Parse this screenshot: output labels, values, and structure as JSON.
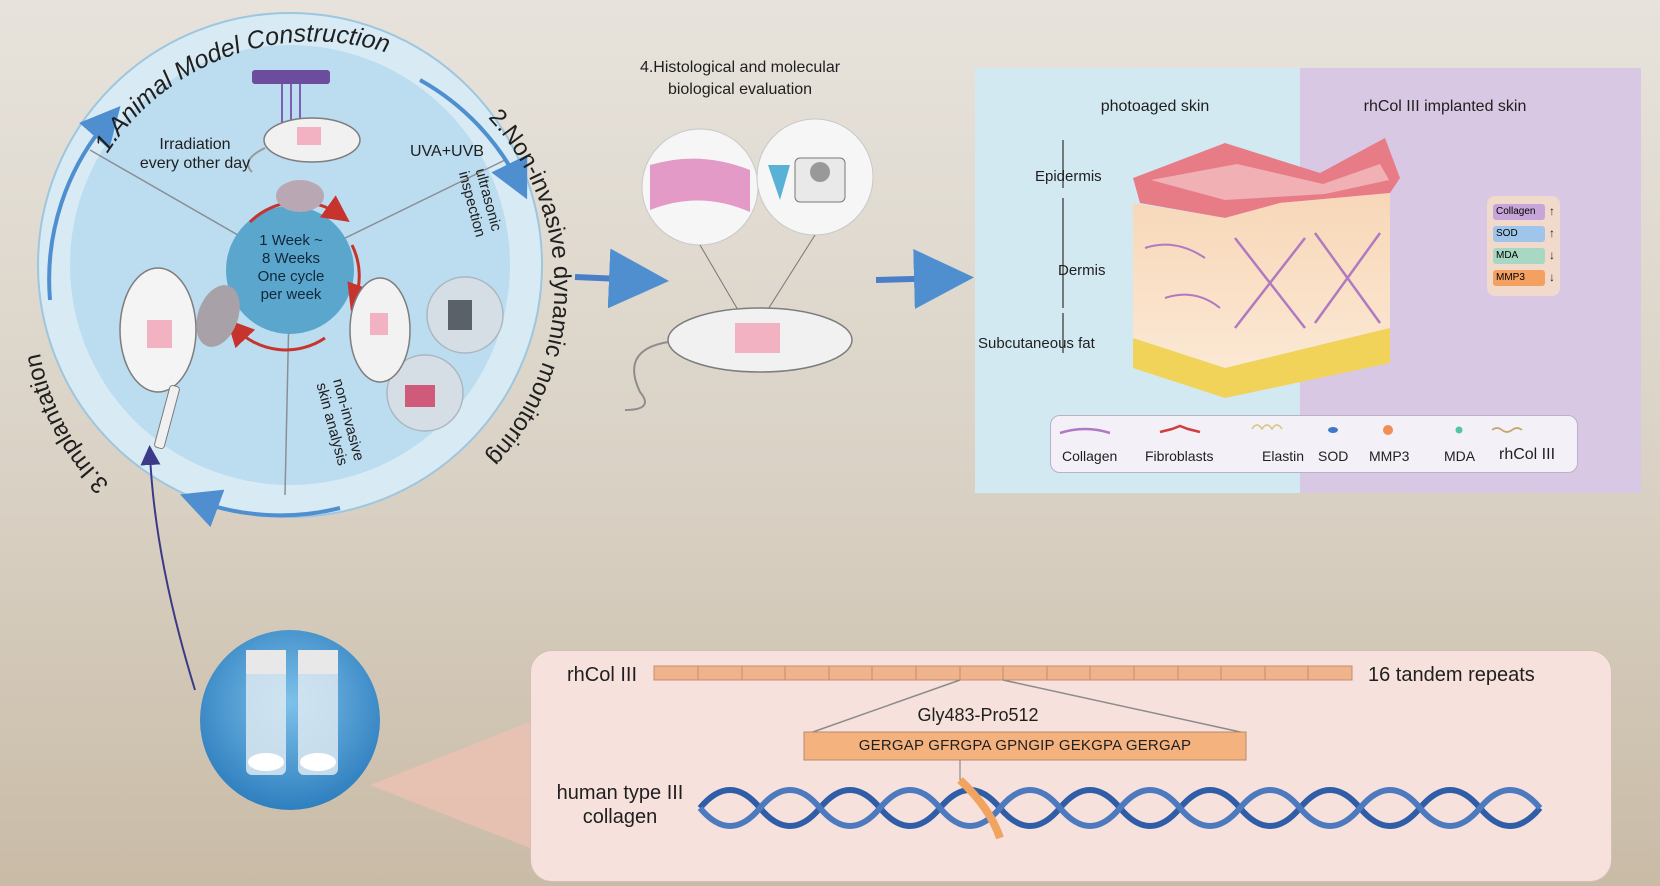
{
  "cycle": {
    "step1": "1.Animal Model Construction",
    "step2": "2.Non-invasive dynamic monitoring",
    "step3": "3.Implantation",
    "irradiation": [
      "Irradiation",
      "every other day"
    ],
    "uva_uvb": "UVA+UVB",
    "ultrasonic": [
      "ultrasonic",
      "inspection"
    ],
    "skin_analysis": [
      "non-invasive",
      "skin analysis"
    ],
    "center": [
      "1 Week ~",
      "8 Weeks",
      "One cycle",
      "per week"
    ]
  },
  "step4": {
    "title_line1": "4.Histological and molecular",
    "title_line2": "biological evaluation"
  },
  "skin": {
    "left_title": "photoaged skin",
    "right_title": "rhCol III implanted skin",
    "layers": [
      "Epidermis",
      "Dermis",
      "Subcutaneous fat"
    ],
    "effects": [
      {
        "label": "Collagen",
        "arrow": "↑"
      },
      {
        "label": "SOD",
        "arrow": "↑"
      },
      {
        "label": "MDA",
        "arrow": "↓"
      },
      {
        "label": "MMP3",
        "arrow": "↓"
      }
    ],
    "legend": [
      "Collagen",
      "Fibroblasts",
      "Elastin",
      "SOD",
      "MMP3",
      "MDA",
      "rhCol III"
    ]
  },
  "collagen": {
    "rhcol_label": "rhCol III",
    "repeats": "16 tandem repeats",
    "segment": "Gly483-Pro512",
    "sequence": "GERGAP GFRGPA GPNGIP GEKGPA GERGAP",
    "human_line1": "human type III",
    "human_line2": "collagen"
  },
  "colors": {
    "circle_outer": "#d8ebf5",
    "circle_inner": "#bcdcf0",
    "hub": "#5aa6cd",
    "arrow_blue": "#4f8fd0",
    "arrow_red": "#c7332d",
    "repeat_fill": "#f0b48d",
    "sequence_fill": "#f4b27f",
    "helix_blue": "#2f5da8"
  }
}
